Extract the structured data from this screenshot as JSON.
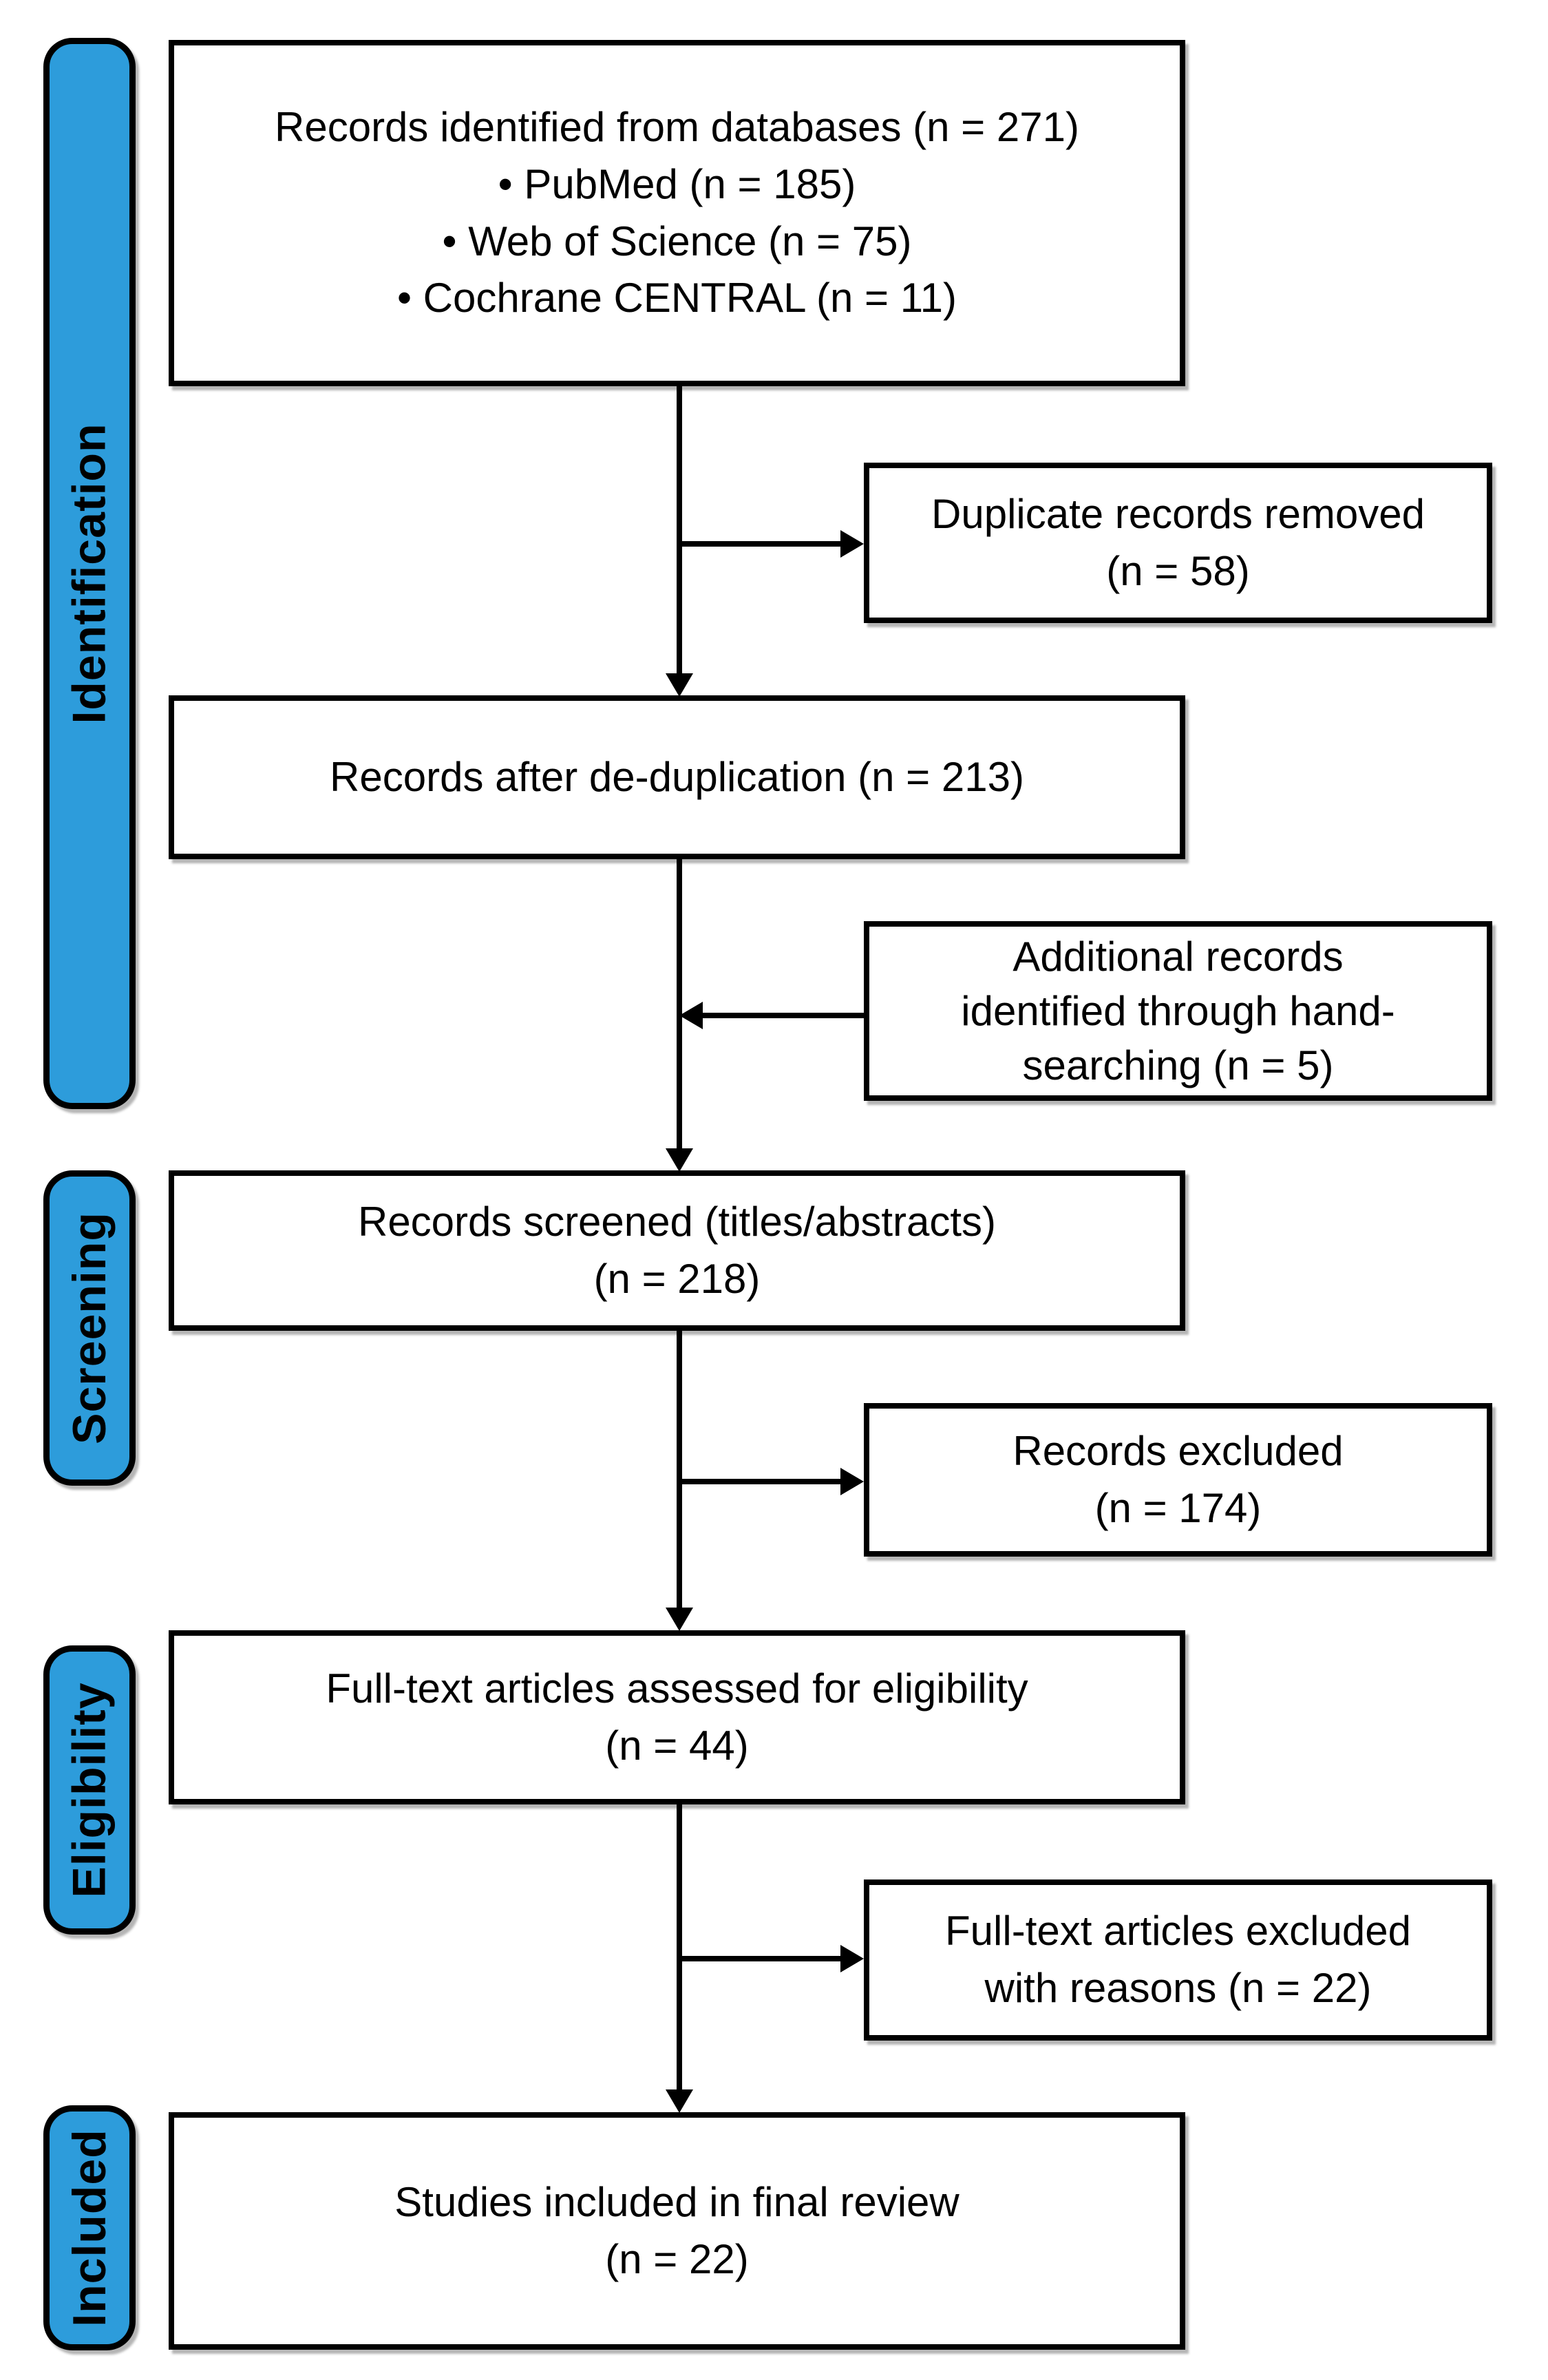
{
  "colors": {
    "stage_fill": "#2D9CDB",
    "line_color": "#000000",
    "background": "#FFFFFF"
  },
  "stages": [
    {
      "label": "Identification"
    },
    {
      "label": "Screening"
    },
    {
      "label": "Eligibility"
    },
    {
      "label": "Included"
    }
  ],
  "boxes": {
    "identified": {
      "lines": [
        "Records identified from databases (n = 271)",
        "• PubMed (n = 185)",
        "• Web of Science (n = 75)",
        "• Cochrane CENTRAL (n = 11)"
      ]
    },
    "duplicates_removed": {
      "lines": [
        "Duplicate records removed",
        "(n = 58)"
      ]
    },
    "after_dedup": {
      "lines": [
        "Records after de-duplication (n = 213)"
      ]
    },
    "hand_searching": {
      "lines": [
        "Additional records",
        "identified through hand-",
        "searching (n = 5)"
      ]
    },
    "screened": {
      "lines": [
        "Records screened (titles/abstracts)",
        "(n = 218)"
      ]
    },
    "records_excluded": {
      "lines": [
        "Records excluded",
        "(n = 174)"
      ]
    },
    "fulltext_assessed": {
      "lines": [
        "Full-text articles assessed for eligibility",
        "(n = 44)"
      ]
    },
    "fulltext_excluded": {
      "lines": [
        "Full-text articles excluded",
        "with reasons (n = 22)"
      ]
    },
    "included_final": {
      "lines": [
        "Studies included in final review",
        "(n = 22)"
      ]
    }
  }
}
